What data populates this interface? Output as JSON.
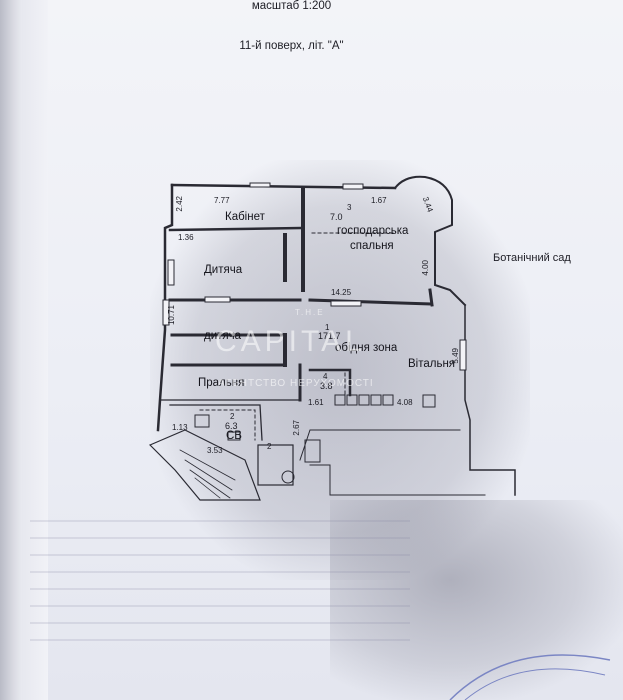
{
  "header": {
    "scale": "масштаб 1:200",
    "floor": "11-й поверх, літ. \"А\""
  },
  "outside_label": "Ботанічний сад",
  "rooms": {
    "study": "Кабінет",
    "master_num": "3",
    "master_area": "7.0",
    "master_name_1": "господарська",
    "master_name_2": "спальня",
    "kids1": "Дитяча",
    "kids2": "дитяча",
    "main_num": "1",
    "main_area": "171.7",
    "main_name": "обідня зона",
    "living": "Вітальня",
    "laundry": "Пральня",
    "wc_num": "2",
    "wc_area": "6.3",
    "wc_name": "СВ",
    "small_num": "4",
    "small_area": "3.8",
    "hall_num": "2"
  },
  "dimensions": {
    "d_777": "7.77",
    "d_242": "2.42",
    "d_167": "1.67",
    "d_344": "3.44",
    "d_136": "1.36",
    "d_400": "4.00",
    "d_1425": "14.25",
    "d_1071": "10.71",
    "d_549": "5.49",
    "d_161": "1.61",
    "d_408": "4.08",
    "d_113": "1.13",
    "d_353": "3.53",
    "d_267": "2.67"
  },
  "watermark": {
    "main": "CAPITAL",
    "sub": "АГЕНТСТВО НЕРУХОМОСТІ",
    "top": "T.H.E"
  },
  "colors": {
    "paper": "#eef0f6",
    "ink": "#15151c",
    "accent_window": "#5c5c66"
  }
}
